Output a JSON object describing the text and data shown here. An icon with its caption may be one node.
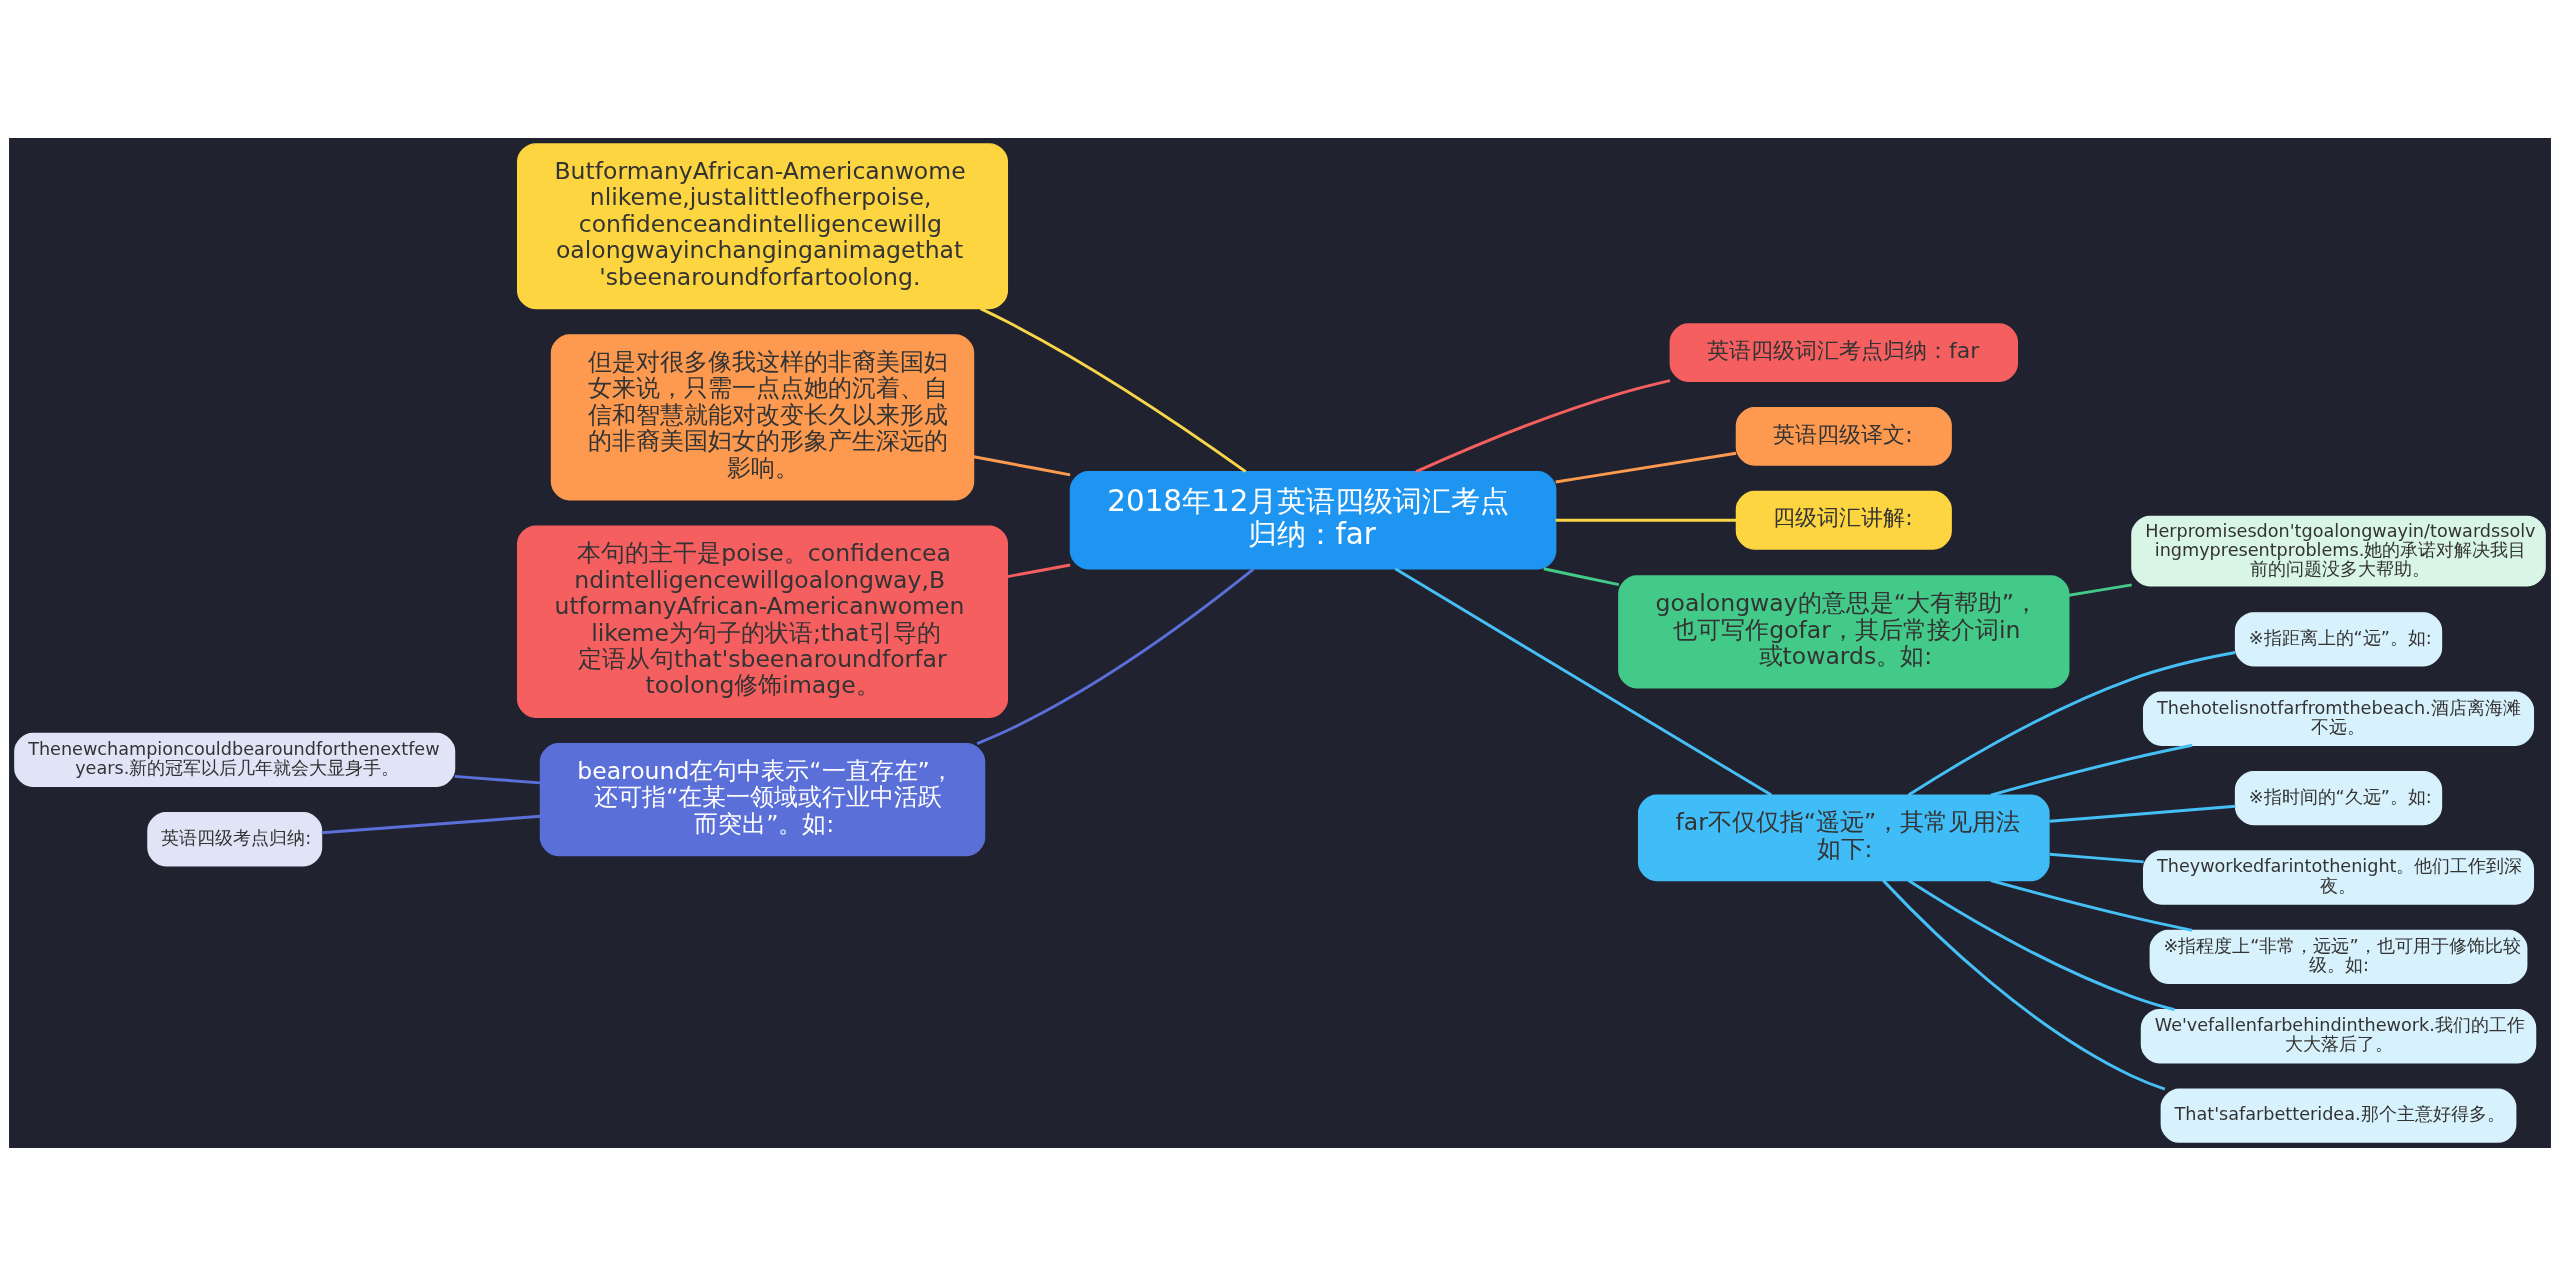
{
  "diagram": {
    "nodes": [
      {
        "text": [
          "2018年12月英语四级词汇考点归纳：far"
        ]
      },
      {
        "text": [
          "ButformanyAfrican-Americanwomenlikeme,justalittleofherpoise,confidenceandintelligencewillgoalongwayinchanginganimagethat'sbeenaroundforfartoolong."
        ]
      },
      {
        "text": [
          "但是对很多像我这样的非裔美国妇女来说，只需一点点她的沉着、自信和智慧就能对改变长久以来形成的非裔美国妇女的形象产生深远的影响。"
        ]
      },
      {
        "text": [
          "本句的主干是poise。confidenceandintelligencewillgoalongway,ButformanyAfrican-Americanwomenlikeme为句子的状语;that引导的定语从句that'sbeenaroundforfartoolong修饰image。"
        ]
      },
      {
        "text": [
          "bearound在句中表示“一直存在”，还可指“在某一领域或行业中活跃而突出”。如:"
        ]
      },
      {
        "text": [
          "Thenewchampioncouldbearoundforthenextfewyears.新的冠军以后几年就会大显身手。"
        ]
      },
      {
        "text": [
          "英语四级考点归纳:"
        ]
      },
      {
        "text": [
          "英语四级词汇考点归纳：far"
        ]
      },
      {
        "text": [
          "英语四级译文:"
        ]
      },
      {
        "text": [
          "四级词汇讲解:"
        ]
      },
      {
        "text": [
          "goalongway的意思是“大有帮助”，也可写作gofar，其后常接介词in或towards。如:"
        ]
      },
      {
        "text": [
          "Herpromisesdon'tgoalongwayin/towardssolvingmypresentproblems.她的承诺对解决我目前的问题没多大帮助。"
        ]
      },
      {
        "text": [
          "far不仅仅指“遥远”，其常见用法如下:"
        ]
      },
      {
        "text": [
          "※指距离上的“远”。如:"
        ]
      },
      {
        "text": [
          "Thehotelisnotfarfromthebeach.酒店离海滩不远。"
        ]
      },
      {
        "text": [
          "※指时间的“久远”。如:"
        ]
      },
      {
        "text": [
          "Theyworkedfarintothenight。他们工作到深夜。"
        ]
      },
      {
        "text": [
          "※指程度上“非常，远远”，也可用于修饰比较级。如:"
        ]
      },
      {
        "text": [
          "We'vefallenfarbehindinthework.我们的工作大大落后了。"
        ]
      },
      {
        "text": [
          "That'safarbetteridea.那个主意好得多。"
        ]
      }
    ],
    "edges": [
      {
        "from": 0,
        "to": 1,
        "arrow": "none",
        "color": "#f9d648"
      },
      {
        "from": 0,
        "to": 2,
        "arrow": "none",
        "color": "#fd9a50"
      },
      {
        "from": 0,
        "to": 3,
        "arrow": "none",
        "color": "#f65f5f"
      },
      {
        "from": 0,
        "to": 4,
        "arrow": "none",
        "color": "#5a6fd8"
      },
      {
        "from": 4,
        "to": 5,
        "arrow": "none",
        "color": "#5a6fd8"
      },
      {
        "from": 4,
        "to": 6,
        "arrow": "none",
        "color": "#5a6fd8"
      },
      {
        "from": 0,
        "to": 7,
        "arrow": "none",
        "color": "#f65f5f"
      },
      {
        "from": 0,
        "to": 8,
        "arrow": "none",
        "color": "#fd9a50"
      },
      {
        "from": 0,
        "to": 9,
        "arrow": "none",
        "color": "#f9d648"
      },
      {
        "from": 0,
        "to": 10,
        "arrow": "none",
        "color": "#43c988"
      },
      {
        "from": 10,
        "to": 11,
        "arrow": "none",
        "color": "#43c988"
      },
      {
        "from": 0,
        "to": 12,
        "arrow": "none"
      },
      {
        "from": 12,
        "to": 13,
        "arrow": "none"
      },
      {
        "from": 12,
        "to": 14,
        "arrow": "none"
      },
      {
        "from": 12,
        "to": 15,
        "arrow": "none"
      },
      {
        "from": 12,
        "to": 16,
        "arrow": "none"
      },
      {
        "from": 12,
        "to": 17,
        "arrow": "none"
      },
      {
        "from": 12,
        "to": 18,
        "arrow": "none"
      },
      {
        "from": 12,
        "to": 19,
        "arrow": "none"
      }
    ]
  }
}
